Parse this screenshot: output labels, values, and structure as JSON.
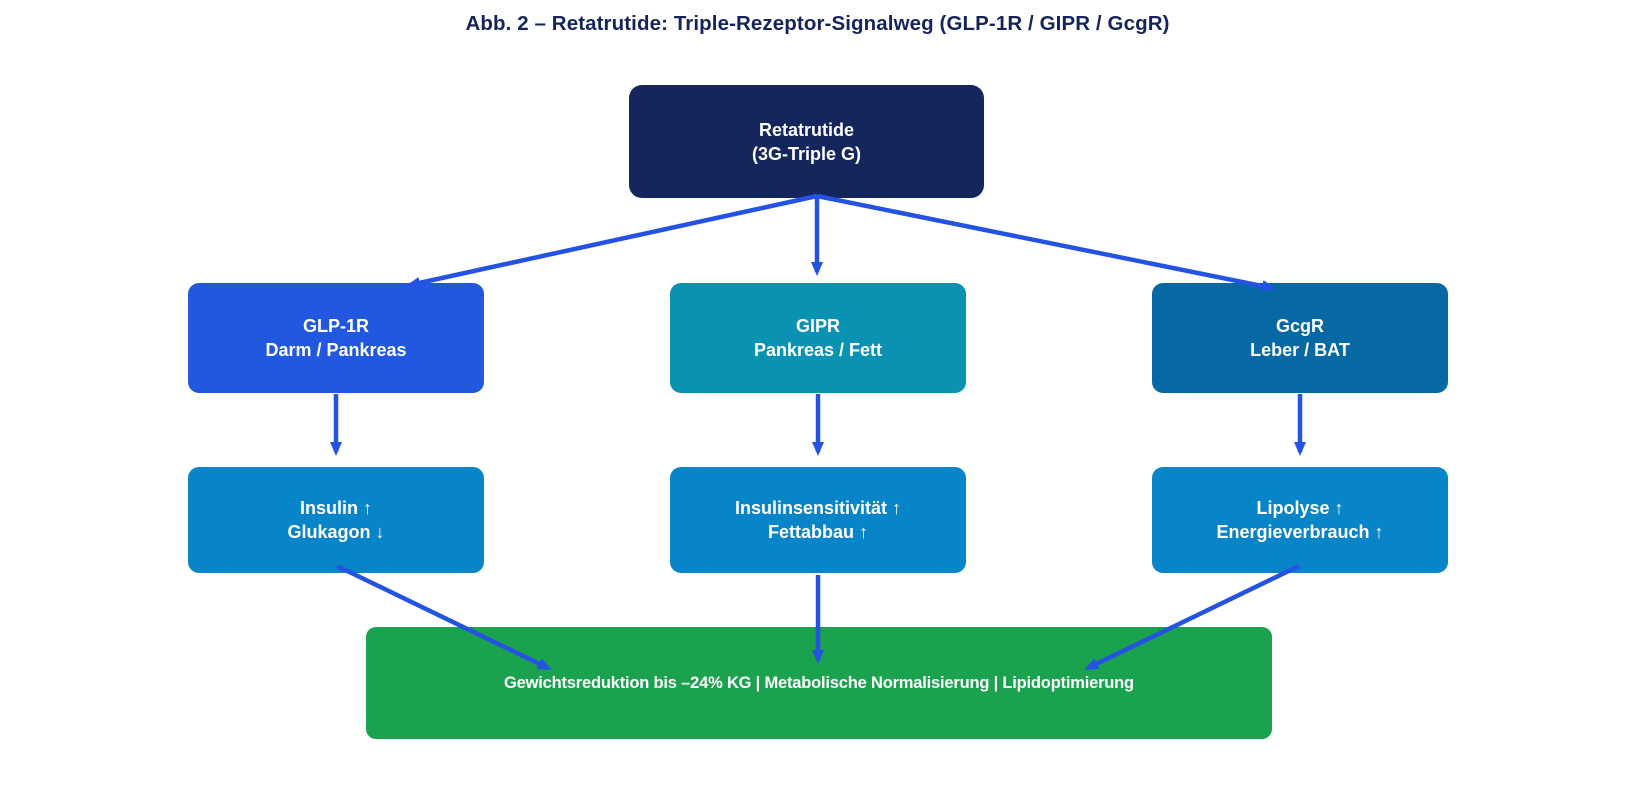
{
  "title": "Abb. 2 – Retatrutide: Triple-Rezeptor-Signalweg (GLP-1R / GIPR / GcgR)",
  "colors": {
    "title": "#14245C",
    "arrow": "#2452E3",
    "node_source": "#15265C",
    "node_glp1r": "#2158DE",
    "node_gipr": "#0992B2",
    "node_gcgr": "#0769A4",
    "node_effect": "#0884C8",
    "node_outcome": "#1BA24F",
    "node_text": "#FFFFFF"
  },
  "nodes": {
    "source": {
      "line1": "Retatrutide",
      "line2": "(3G-Triple G)"
    },
    "glp1r": {
      "line1": "GLP-1R",
      "line2": "Darm / Pankreas"
    },
    "gipr": {
      "line1": "GIPR",
      "line2": "Pankreas / Fett"
    },
    "gcgr": {
      "line1": "GcgR",
      "line2": "Leber / BAT"
    },
    "effect_glp1r": {
      "line1": "Insulin ↑",
      "line2": "Glukagon ↓"
    },
    "effect_gipr": {
      "line1": "Insulinsensitivität ↑",
      "line2": "Fettabbau ↑"
    },
    "effect_gcgr": {
      "line1": "Lipolyse ↑",
      "line2": "Energieverbrauch ↑"
    },
    "outcome": {
      "label": "Gewichtsreduktion bis –24% KG | Metabolische Normalisierung | Lipidoptimierung"
    }
  }
}
